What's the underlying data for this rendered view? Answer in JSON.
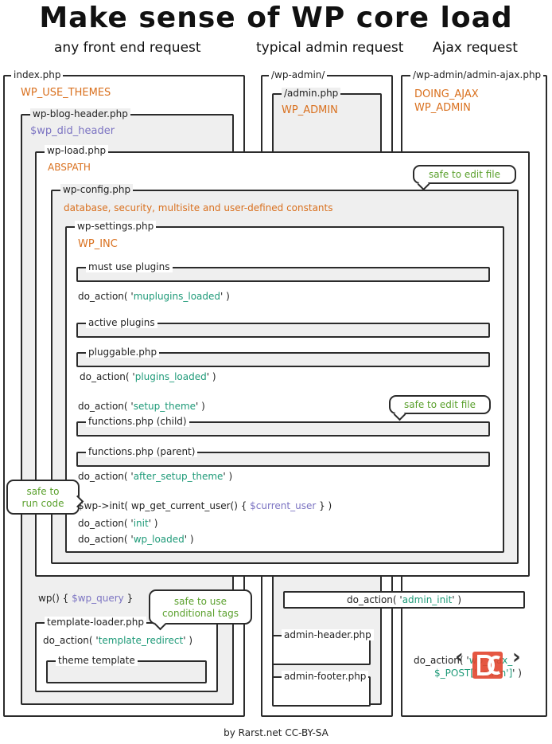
{
  "title": "Make sense of WP core load",
  "columns": {
    "front": "any front end request",
    "admin": "typical admin request",
    "ajax": "Ajax request"
  },
  "front": {
    "index": "index.php",
    "use_themes": "WP_USE_THEMES",
    "blog_header": "wp-blog-header.php",
    "did_header": "$wp_did_header",
    "wp_query_prefix": "wp() {",
    "wp_query_var": "$wp_query",
    "wp_query_suffix": "}",
    "template_loader": "template-loader.php",
    "template_redirect_prefix": "do_action( '",
    "template_redirect_hook": "template_redirect",
    "template_redirect_suffix": "' )",
    "theme_template": "theme template"
  },
  "core": {
    "wp_load": "wp-load.php",
    "abspath": "ABSPATH",
    "wp_config": "wp-config.php",
    "config_desc": "database, security, multisite and user-defined constants",
    "wp_settings": "wp-settings.php",
    "wp_inc": "WP_INC",
    "mu_plugins": "must use plugins",
    "mu_loaded_prefix": "do_action( '",
    "mu_loaded_hook": "muplugins_loaded",
    "mu_loaded_suffix": "' )",
    "active_plugins": "active plugins",
    "pluggable": "pluggable.php",
    "plugins_loaded_prefix": "do_action( '",
    "plugins_loaded_hook": "plugins_loaded",
    "plugins_loaded_suffix": "' )",
    "setup_theme_prefix": "do_action( '",
    "setup_theme_hook": "setup_theme",
    "setup_theme_suffix": "' )",
    "functions_child": "functions.php (child)",
    "functions_parent": "functions.php (parent)",
    "after_setup_prefix": "do_action( '",
    "after_setup_hook": "after_setup_theme",
    "after_setup_suffix": "' )",
    "init_prefix": "$wp->init( wp_get_current_user() {",
    "init_var": "$current_user",
    "init_suffix": "} )",
    "init_action_prefix": "do_action( '",
    "init_action_hook": "init",
    "init_action_suffix": "' )",
    "wp_loaded_prefix": "do_action( '",
    "wp_loaded_hook": "wp_loaded",
    "wp_loaded_suffix": "' )"
  },
  "admin": {
    "wp_admin": "/wp-admin/",
    "admin_php": "/admin.php",
    "wp_admin_const": "WP_ADMIN",
    "admin_init_prefix": "do_action( '",
    "admin_init_hook": "admin_init",
    "admin_init_suffix": "' )",
    "admin_header": "admin-header.php",
    "admin_footer": "admin-footer.php"
  },
  "ajax": {
    "path": "/wp-admin/admin-ajax.php",
    "doing_ajax": "DOING_AJAX",
    "wp_admin_const": "WP_ADMIN",
    "action_prefix": "do_action( '",
    "action_hook": "wp_ajax_",
    "post_var": "$_POST['action']",
    "action_suffix": "' )"
  },
  "bubbles": {
    "edit_file_1": "safe to edit file",
    "edit_file_2": "safe to edit file",
    "run_code": "safe to\nrun code",
    "conditional": "safe to use\nconditional tags"
  },
  "footer": "by Rarst.net CC-BY-SA",
  "colors": {
    "constant": "#d9701e",
    "hook": "#1e9a78",
    "variable": "#7b73c2",
    "bubble_text": "#5aa02c",
    "nested_fill": "#efefef"
  }
}
